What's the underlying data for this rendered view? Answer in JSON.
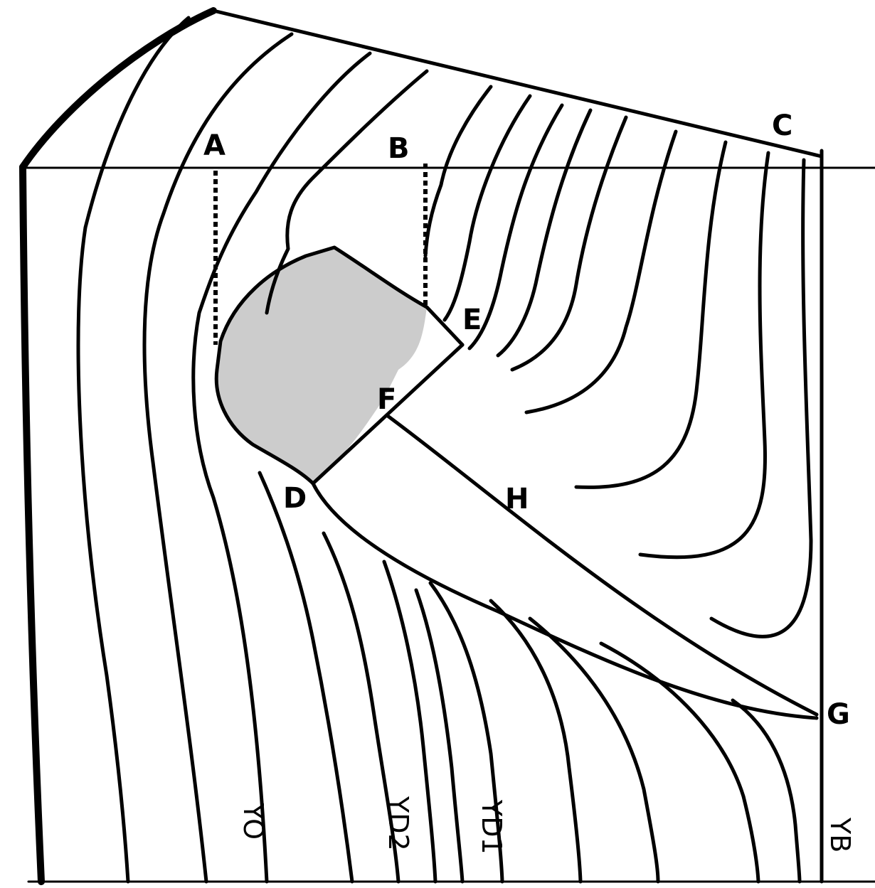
{
  "labels": {
    "A": "A",
    "B": "B",
    "C": "C",
    "D": "D",
    "E": "E",
    "F": "F",
    "G": "G",
    "H": "H",
    "YO": "YO",
    "YD2": "YD2",
    "YD1": "YD1",
    "YB": "YB"
  },
  "colors": {
    "line": "#000000",
    "shaded_region": "#cccccc",
    "background": "#ffffff"
  }
}
